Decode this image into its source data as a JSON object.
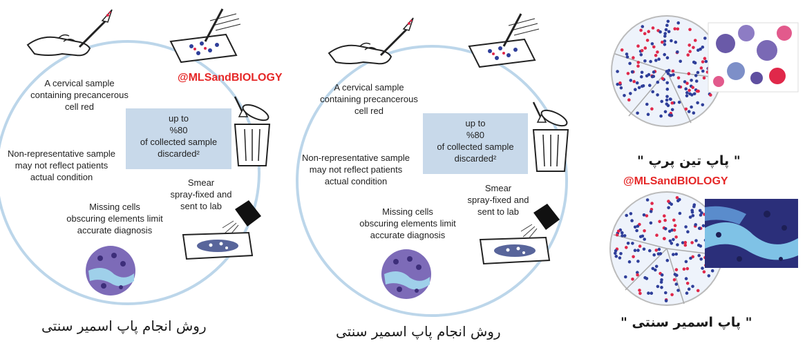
{
  "watermark": "@MLSandBIOLOGY",
  "cycle_text": {
    "sample": [
      "A cervical sample",
      "containing precancerous",
      "cell red"
    ],
    "nonrep": [
      "Non-representative sample",
      "may not reflect patients",
      "actual condition"
    ],
    "missing": [
      "Missing cells",
      "obscuring elements limit",
      "accurate diagnosis"
    ],
    "smear": [
      "Smear",
      "spray-fixed and",
      "sent to lab"
    ],
    "box": [
      "up to",
      "%80",
      "of collected sample",
      "discarded²"
    ]
  },
  "captions": {
    "conventional_method": "روش انجام پاپ اسمیر سنتی",
    "thinprep": "\" پاپ تین پرپ \"",
    "conventional_pap": "\" پاپ اسمیر سنتی \""
  },
  "colors": {
    "cycle_ring": "#bcd6ea",
    "box_fill": "#c8d9ea",
    "watermark": "#e52727",
    "cell_blue": "#2f3f9a",
    "cell_red": "#e0284a",
    "stain_purple": "#6a5aa8"
  },
  "icons": [
    "hand-brush-icon",
    "slide-brush-icon",
    "trash-can-icon",
    "spray-can-icon",
    "smear-slide-icon",
    "microscope-view-icon",
    "cell-circle-icon",
    "micrograph-inset-icon"
  ]
}
